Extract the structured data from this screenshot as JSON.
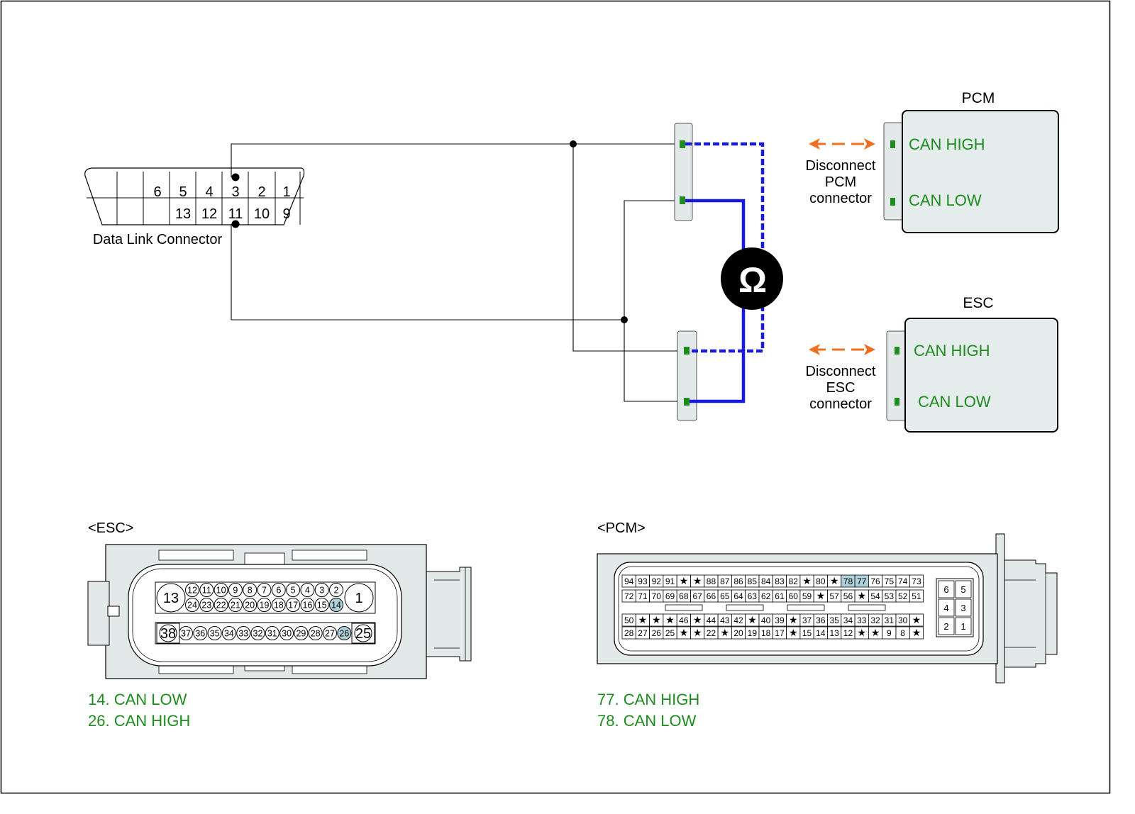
{
  "colors": {
    "wire": "#000000",
    "can_wire": "#1a1adc",
    "green_text": "#1e8c1e",
    "pin_green": "#1e8c1e",
    "arrow": "#f07020",
    "module_fill": "#e5ecec",
    "highlight": "#aed2da",
    "connector_fill": "#e3e8e8"
  },
  "dlc": {
    "label": "Data Link Connector",
    "top_pins": [
      "",
      "",
      "6",
      "5",
      "4",
      "3",
      "2",
      "1"
    ],
    "bottom_pins": [
      "",
      "",
      "",
      "13",
      "12",
      "11",
      "10",
      "9"
    ]
  },
  "meter": {
    "symbol": "Ω",
    "icon": "ohmmeter-icon"
  },
  "pcm_module": {
    "title": "PCM",
    "can_high": "CAN HIGH",
    "can_low": "CAN LOW",
    "instruction": [
      "Disconnect",
      "PCM",
      "connector"
    ]
  },
  "esc_module": {
    "title": "ESC",
    "can_high": "CAN HIGH",
    "can_low": "CAN LOW",
    "instruction": [
      "Disconnect",
      "ESC",
      "connector"
    ]
  },
  "esc_connector": {
    "title": "<ESC>",
    "row1_big_left": "13",
    "row1_big_right": "1",
    "row1": [
      "12",
      "11",
      "10",
      "9",
      "8",
      "7",
      "6",
      "5",
      "4",
      "3",
      "2"
    ],
    "row2": [
      "24",
      "23",
      "22",
      "21",
      "20",
      "19",
      "18",
      "17",
      "16",
      "15",
      "14"
    ],
    "row3_big_left": "38",
    "row3_big_right": "25",
    "row3": [
      "37",
      "36",
      "35",
      "34",
      "33",
      "32",
      "31",
      "30",
      "29",
      "28",
      "27",
      "26"
    ],
    "highlighted": [
      "14",
      "26"
    ],
    "legend": [
      "14. CAN LOW",
      "26. CAN HIGH"
    ]
  },
  "pcm_connector": {
    "title": "<PCM>",
    "row1": [
      "94",
      "93",
      "92",
      "91",
      "★",
      "★",
      "88",
      "87",
      "86",
      "85",
      "84",
      "83",
      "82",
      "★",
      "80",
      "★",
      "78",
      "77",
      "76",
      "75",
      "74",
      "73"
    ],
    "row2": [
      "72",
      "71",
      "70",
      "69",
      "68",
      "67",
      "66",
      "65",
      "64",
      "63",
      "62",
      "61",
      "60",
      "59",
      "★",
      "57",
      "56",
      "★",
      "54",
      "53",
      "52",
      "51"
    ],
    "row3": [
      "50",
      "★",
      "★",
      "★",
      "46",
      "★",
      "44",
      "43",
      "42",
      "★",
      "40",
      "39",
      "★",
      "37",
      "36",
      "35",
      "34",
      "33",
      "32",
      "31",
      "30",
      "★"
    ],
    "row4": [
      "28",
      "27",
      "26",
      "25",
      "★",
      "★",
      "22",
      "★",
      "20",
      "19",
      "18",
      "17",
      "★",
      "15",
      "14",
      "13",
      "12",
      "★",
      "★",
      "9",
      "8",
      "★"
    ],
    "small_block": [
      "6",
      "5",
      "4",
      "3",
      "2",
      "1"
    ],
    "highlighted": [
      "78",
      "77"
    ],
    "legend": [
      "77. CAN HIGH",
      "78. CAN LOW"
    ]
  }
}
